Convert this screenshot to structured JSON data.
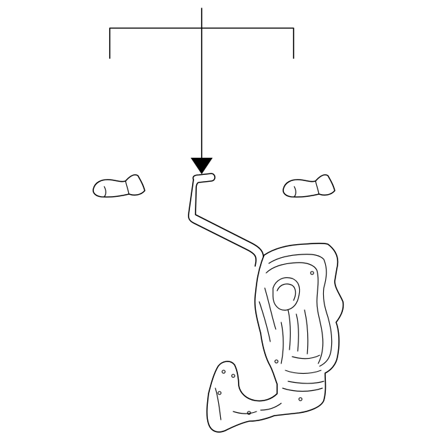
{
  "diagram": {
    "type": "parts-exploded-view",
    "line_color": "#000000",
    "background_color": "#ffffff",
    "callouts": [],
    "parts": [
      "left-clip",
      "right-clip",
      "support-rod",
      "mounting-bracket"
    ]
  }
}
